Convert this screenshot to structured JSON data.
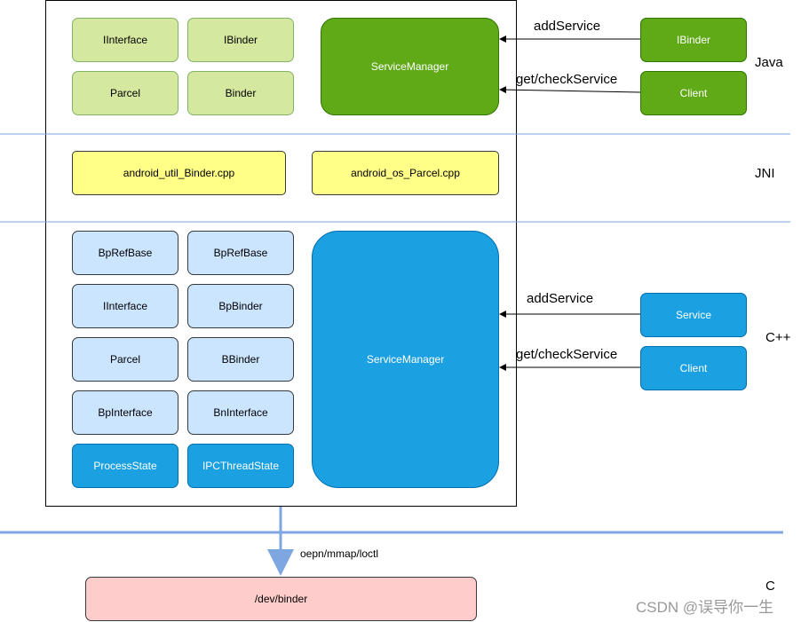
{
  "layers": {
    "java": "Java",
    "jni": "JNI",
    "cpp": "C++",
    "c": "C"
  },
  "java": {
    "iinterface": "IInterface",
    "ibinder": "IBinder",
    "parcel": "Parcel",
    "binder": "Binder",
    "service_manager": "ServiceManager",
    "client_ibinder": "IBinder",
    "client": "Client",
    "add_service": "addService",
    "get_check_service": "get/checkService"
  },
  "jni": {
    "android_util_binder": "android_util_Binder.cpp",
    "android_os_parcel": "android_os_Parcel.cpp"
  },
  "cpp": {
    "bprefbase_1": "BpRefBase",
    "bprefbase_2": "BpRefBase",
    "iinterface": "IInterface",
    "bpbinder": "BpBinder",
    "parcel": "Parcel",
    "bbinder": "BBinder",
    "bpinterface": "BpInterface",
    "bninterface": "BnInterface",
    "process_state": "ProcessState",
    "ipc_thread_state": "IPCThreadState",
    "service_manager": "ServiceManager",
    "service": "Service",
    "client": "Client",
    "add_service": "addService",
    "get_check_service": "get/checkService"
  },
  "c": {
    "ioctl_label": "oepn/mmap/loctl",
    "dev_binder": "/dev/binder"
  },
  "watermark": "CSDN @误导你一生",
  "colors": {
    "light_green": "#d5e8a0",
    "dark_green": "#60a917",
    "yellow": "#ffff88",
    "light_blue": "#cce5ff",
    "blue": "#1ba1e2",
    "pink": "#ffcccc",
    "divider": "#7ea6e0",
    "arrow_down": "#7ea6e0"
  }
}
